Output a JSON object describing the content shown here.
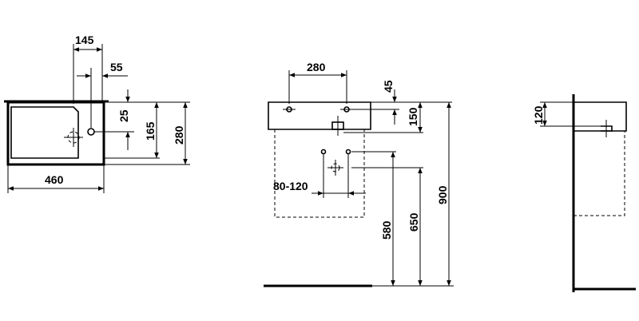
{
  "dimensions": {
    "top_view": {
      "total_width": "460",
      "depth": "280",
      "bowl_depth": "165",
      "tap_offset_x": "145",
      "tap_offset_small": "55",
      "tap_offset_y": "25"
    },
    "front_view": {
      "tap_spacing": "280",
      "bracket_offset": "45",
      "rim_to_drain": "150",
      "trap_range": "80-120",
      "height_580": "580",
      "height_650": "650",
      "height_900": "900"
    },
    "side_view": {
      "rim_height": "120"
    }
  }
}
